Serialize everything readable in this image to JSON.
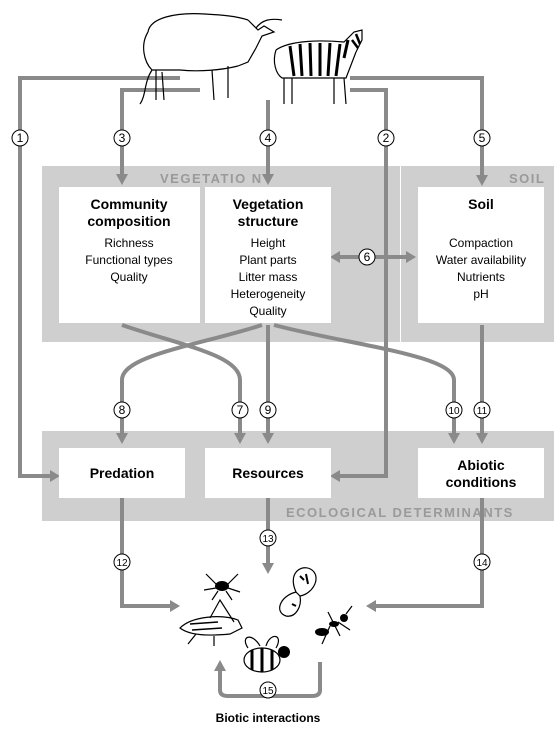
{
  "groups": {
    "vegetation": "VEGETATIO N",
    "soil": "SOIL",
    "ecological": "ECOLOGICAL DETERMINANTS"
  },
  "boxes": {
    "community": {
      "title_1": "Community",
      "title_2": "composition",
      "items": [
        "Richness",
        "Functional types",
        "Quality"
      ]
    },
    "structure": {
      "title_1": "Vegetation",
      "title_2": "structure",
      "items": [
        "Height",
        "Plant parts",
        "Litter mass",
        "Heterogeneity",
        "Quality"
      ]
    },
    "soil": {
      "title": "Soil",
      "items": [
        "Compaction",
        "Water availability",
        "Nutrients",
        "pH"
      ]
    },
    "predation": {
      "title": "Predation"
    },
    "resources": {
      "title": "Resources"
    },
    "abiotic": {
      "title_1": "Abiotic",
      "title_2": "conditions"
    }
  },
  "numbers": [
    "1",
    "2",
    "3",
    "4",
    "5",
    "6",
    "7",
    "8",
    "9",
    "10",
    "11",
    "12",
    "13",
    "14",
    "15"
  ],
  "caption": "Biotic interactions",
  "icons": [
    "cow-icon",
    "zebra-icon",
    "spider-icon",
    "butterfly-icon",
    "grasshopper-icon",
    "ant-icon",
    "bee-icon"
  ],
  "colors": {
    "band": "#cfcfcf",
    "arrow": "#8a8a8a"
  }
}
